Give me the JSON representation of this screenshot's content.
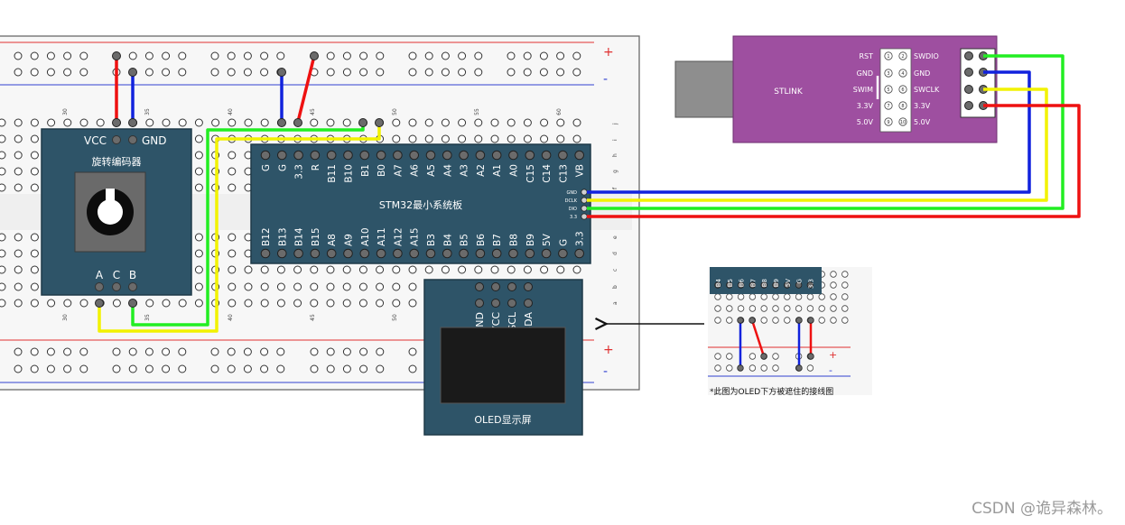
{
  "encoder": {
    "title": "旋转编码器",
    "top_pins": [
      "VCC",
      "GND"
    ],
    "bottom_pins": [
      "A",
      "C",
      "B"
    ]
  },
  "stm32": {
    "title": "STM32最小系统板",
    "top_pins": [
      "G",
      "G",
      "3.3",
      "R",
      "B11",
      "B10",
      "B1",
      "B0",
      "A7",
      "A6",
      "A5",
      "A4",
      "A3",
      "A2",
      "A1",
      "A0",
      "C15",
      "C14",
      "C13",
      "VB"
    ],
    "bottom_pins": [
      "B12",
      "B13",
      "B14",
      "B15",
      "A8",
      "A9",
      "A10",
      "A11",
      "A12",
      "A15",
      "B3",
      "B4",
      "B5",
      "B6",
      "B7",
      "B8",
      "B9",
      "5V",
      "G",
      "3.3"
    ],
    "side_pins": [
      "GND",
      "DCLK",
      "DIO",
      "3.3"
    ]
  },
  "oled": {
    "title": "OLED显示屏",
    "pins": [
      "GND",
      "VCC",
      "SCL",
      "SDA"
    ]
  },
  "stlink": {
    "title": "STLINK",
    "left_labels": [
      "RST",
      "GND",
      "SWIM",
      "3.3V",
      "5.0V"
    ],
    "right_labels": [
      "SWDIO",
      "GND",
      "SWCLK",
      "3.3V",
      "5.0V"
    ],
    "pin_numbers": [
      "1",
      "2",
      "3",
      "4",
      "5",
      "6",
      "7",
      "8",
      "9",
      "10"
    ]
  },
  "breadboard": {
    "column_numbers": [
      "30",
      "35",
      "40",
      "45",
      "50",
      "55",
      "60"
    ],
    "row_letters_top": [
      "j",
      "i",
      "h",
      "g",
      "f"
    ],
    "row_letters_bottom": [
      "e",
      "d",
      "c",
      "b",
      "a"
    ],
    "rail_plus": "+",
    "rail_minus": "-"
  },
  "inset": {
    "pins": [
      "B4",
      "B5",
      "B6",
      "B7",
      "B8",
      "B9",
      "5V",
      "G",
      "3.3"
    ],
    "caption": "*此图为OLED下方被遮住的接线图"
  },
  "watermark": "CSDN @诡异森林。",
  "colors": {
    "wire_red": "#ee1111",
    "wire_blue": "#1122dd",
    "wire_green": "#22ee22",
    "wire_yellow": "#f2f200",
    "module_blue": "#2e5468",
    "stlink_purple": "#9e4fa0",
    "rail_red": "#e03030",
    "rail_blue": "#3040d0"
  }
}
